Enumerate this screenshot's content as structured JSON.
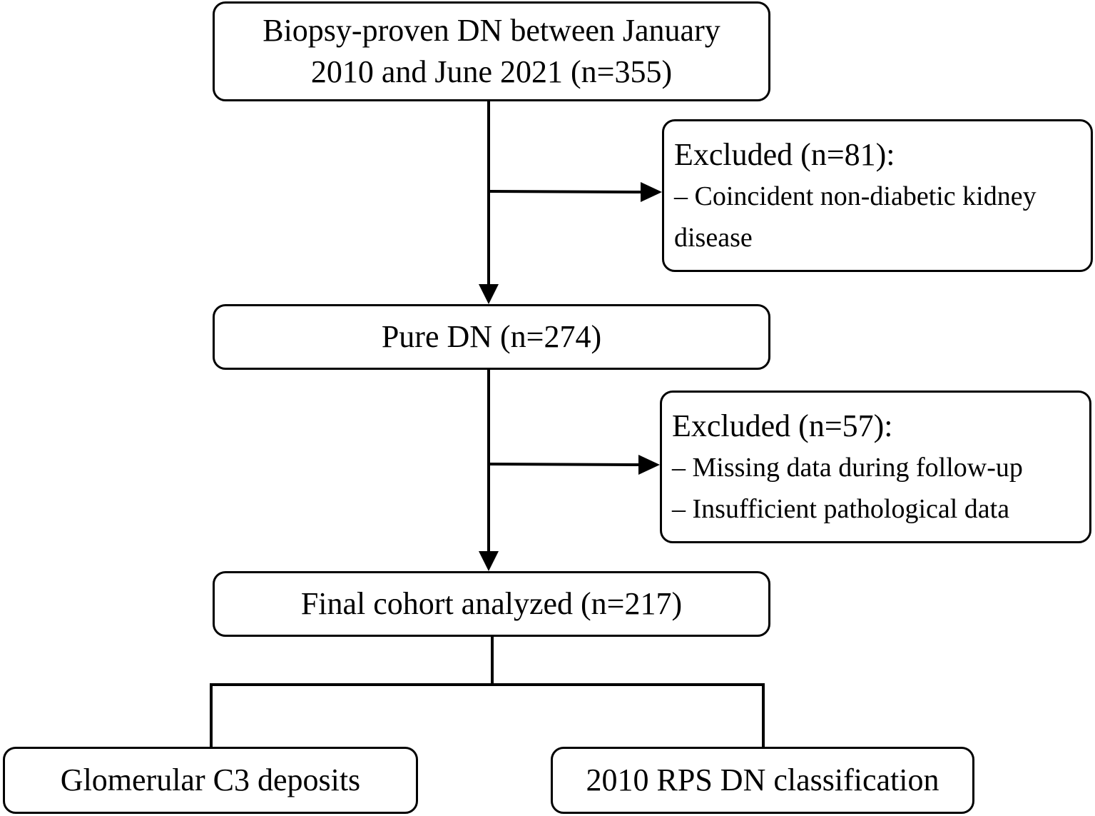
{
  "boxes": {
    "start": {
      "line1": "Biopsy-proven DN between January",
      "line2": "2010 and June 2021 (n=355)"
    },
    "excluded_1": {
      "heading": "Excluded (n=81):",
      "item1_line1": "– Coincident non-diabetic kidney",
      "item1_line2": "disease"
    },
    "pure": {
      "label": "Pure DN (n=274)"
    },
    "excluded_2": {
      "heading": "Excluded (n=57):",
      "item1": "– Missing data during follow-up",
      "item2": "– Insufficient pathological data"
    },
    "final": {
      "label": "Final cohort analyzed (n=217)"
    },
    "outcome_left": {
      "label": "Glomerular C3 deposits"
    },
    "outcome_right": {
      "label": "2010 RPS DN classification"
    }
  },
  "colors": {
    "stroke": "#000000",
    "background": "#ffffff"
  }
}
